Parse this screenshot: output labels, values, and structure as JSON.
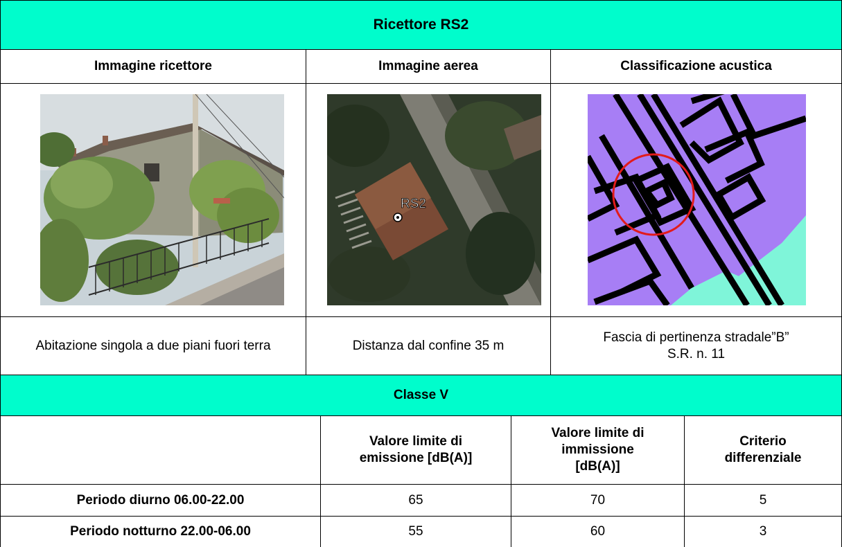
{
  "header": {
    "title": "Ricettore RS2"
  },
  "columns": [
    {
      "label": "Immagine ricettore"
    },
    {
      "label": "Immagine aerea"
    },
    {
      "label": "Classificazione acustica"
    }
  ],
  "images": {
    "aerial_label": "RS2"
  },
  "descriptions": [
    {
      "text": "Abitazione singola a due piani fuori terra"
    },
    {
      "text": "Distanza dal confine 35 m"
    },
    {
      "line1": "Fascia di pertinenza stradale”B”",
      "line2": "S.R. n. 11"
    }
  ],
  "classe": {
    "title": "Classe V"
  },
  "limits_table": {
    "headers": [
      "",
      "Valore limite di emissione [dB(A)]",
      "Valore limite di immissione [dB(A)]",
      "Criterio differenziale"
    ],
    "rows": [
      {
        "label": "Periodo diurno 06.00-22.00",
        "emissione": "65",
        "immissione": "70",
        "differenziale": "5"
      },
      {
        "label": "Periodo notturno 22.00-06.00",
        "emissione": "55",
        "immissione": "60",
        "differenziale": "3"
      }
    ]
  },
  "colors": {
    "header_bg": "#00fdcc",
    "map_purple": "#a77ef5",
    "map_teal": "#7ff5d9",
    "circle_red": "#e21b1b"
  }
}
